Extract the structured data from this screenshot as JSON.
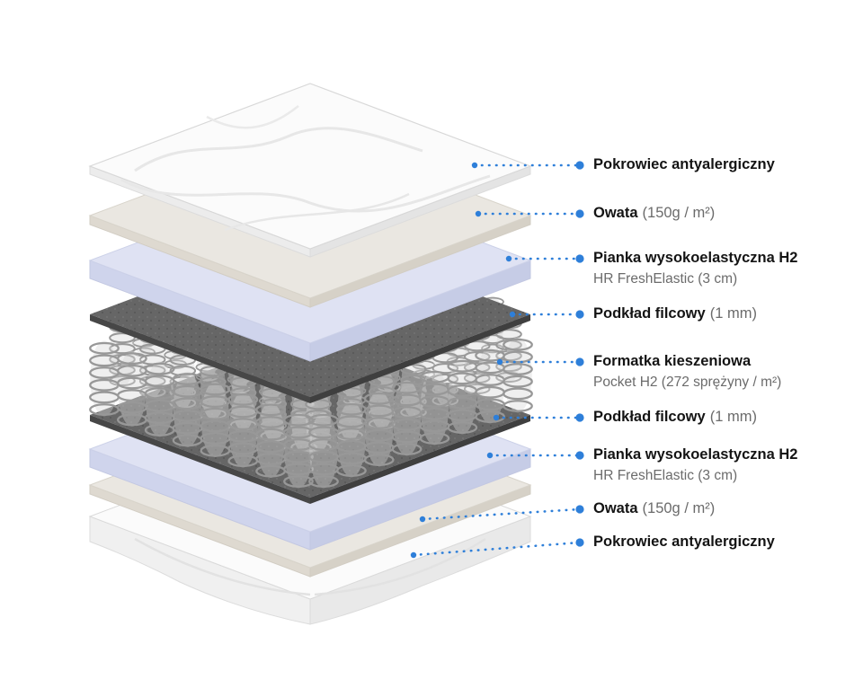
{
  "diagram": {
    "accent_color": "#2e7fd9",
    "labels": [
      {
        "bold": "Pokrowiec antyalergiczny",
        "light": "",
        "sub": ""
      },
      {
        "bold": "Owata",
        "light": "(150g / m²)",
        "sub": ""
      },
      {
        "bold": "Pianka wysokoelastyczna H2",
        "light": "",
        "sub": "HR FreshElastic (3 cm)"
      },
      {
        "bold": "Podkład filcowy",
        "light": "(1 mm)",
        "sub": ""
      },
      {
        "bold": "Formatka kieszeniowa",
        "light": "",
        "sub": "Pocket H2 (272 sprężyny / m²)"
      },
      {
        "bold": "Podkład filcowy",
        "light": "(1 mm)",
        "sub": ""
      },
      {
        "bold": "Pianka wysokoelastyczna H2",
        "light": "",
        "sub": "HR FreshElastic (3 cm)"
      },
      {
        "bold": "Owata",
        "light": "(150g / m²)",
        "sub": ""
      },
      {
        "bold": "Pokrowiec antyalergiczny",
        "light": "",
        "sub": ""
      }
    ],
    "layers": [
      {
        "id": "cover-top",
        "color": "#fbfbfb"
      },
      {
        "id": "wadding-top",
        "color": "#eae7e1"
      },
      {
        "id": "foam-top",
        "color": "#dfe2f3"
      },
      {
        "id": "felt-top",
        "color": "#666666"
      },
      {
        "id": "springs",
        "color": "#989898"
      },
      {
        "id": "felt-bottom",
        "color": "#666666"
      },
      {
        "id": "foam-bottom",
        "color": "#dfe2f3"
      },
      {
        "id": "wadding-bottom",
        "color": "#eae7e1"
      },
      {
        "id": "cover-bottom",
        "color": "#fbfbfb"
      }
    ]
  }
}
